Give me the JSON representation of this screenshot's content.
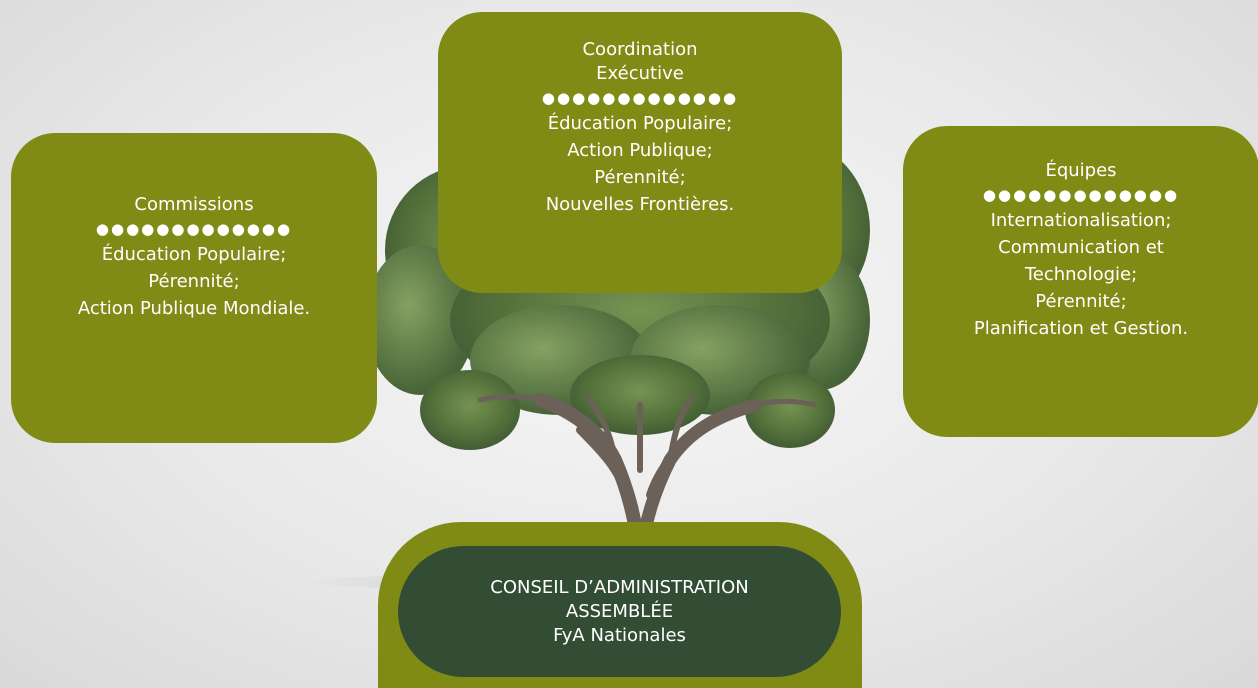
{
  "commissions": {
    "title": "Commissions",
    "dots": "●●●●●●●●●●●●●",
    "items": [
      "Éducation Populaire;",
      "Pérennité;",
      "Action Publique Mondiale."
    ]
  },
  "coordination": {
    "title_line1": "Coordination",
    "title_line2": "Exécutive",
    "dots": "●●●●●●●●●●●●●",
    "items": [
      "Éducation Populaire;",
      "Action Publique;",
      "Pérennité;",
      "Nouvelles Frontières."
    ]
  },
  "equipes": {
    "title": "Équipes",
    "dots": "●●●●●●●●●●●●●",
    "items": [
      "Internationalisation;",
      "Communication et",
      "Technologie;",
      "Pérennité;",
      "Planification et Gestion."
    ]
  },
  "base": {
    "line1": "CONSEIL D’ADMINISTRATION",
    "line2": "ASSEMBLÉE",
    "line3": "FyA Nationales"
  },
  "colors": {
    "card_green": "#808b16",
    "base_dark_green": "#324d34",
    "text": "#ffffff"
  }
}
